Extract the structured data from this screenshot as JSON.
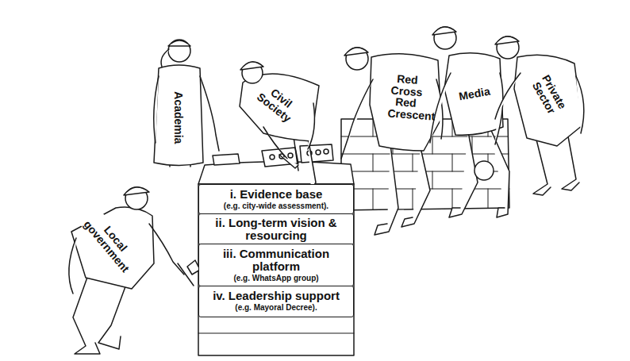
{
  "diagram": {
    "nodes": [
      {
        "text": [
          "i. Evidence base",
          "(e.g. city-wide assessment)."
        ]
      },
      {
        "text": [
          "ii. Long-term vision & resourcing"
        ]
      },
      {
        "text": [
          "iii. Communication platform",
          "(e.g. WhatsApp group)"
        ]
      },
      {
        "text": [
          "iv. Leadership support",
          "(e.g. Mayoral Decree)."
        ]
      }
    ],
    "labels": [
      "Local government",
      "Academia",
      "Civil Society",
      "Red Cross Red Crescent",
      "Media",
      "Private Sector"
    ]
  }
}
